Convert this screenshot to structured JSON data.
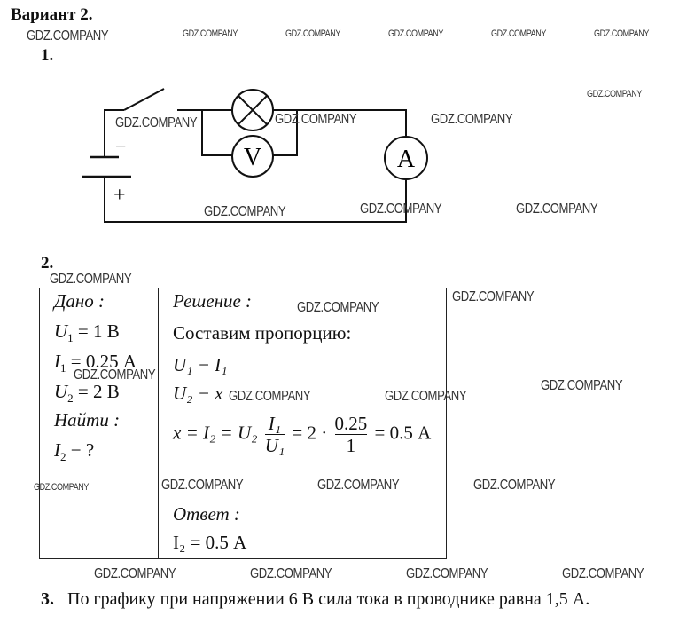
{
  "title": "Вариант 2.",
  "task1_number": "1.",
  "task2_number": "2.",
  "task3_number": "3.",
  "circuit": {
    "minus": "−",
    "plus": "+",
    "voltmeter": "V",
    "ammeter": "A"
  },
  "given": {
    "heading": "Дано :",
    "u1_var": "U",
    "u1_sub": "1",
    "u1_val": "= 1 В",
    "i1_var": "I",
    "i1_sub": "1",
    "i1_val": "= 0.25 А",
    "u2_var": "U",
    "u2_sub": "2",
    "u2_val": "= 2 В"
  },
  "find": {
    "heading": "Найти :",
    "i2_var": "I",
    "i2_sub": "2",
    "i2_val": "− ?"
  },
  "solution": {
    "heading": "Решение :",
    "intro": "Составим пропорцию:",
    "p1": "U₁ − I₁",
    "p2": "U₂ − x",
    "eq_left": "x = I₂ = U₂",
    "frac1_num": "I₁",
    "frac1_den": "U₁",
    "eq_mid": "= 2 ·",
    "frac2_num": "0.25",
    "frac2_den": "1",
    "eq_right": "= 0.5 А",
    "answer_heading": "Ответ :",
    "answer": "I₂ = 0.5 А"
  },
  "task3_text": "По графику  при напряжении 6 В сила тока в проводнике равна 1,5 А.",
  "watermark": "GDZ.COMPANY"
}
